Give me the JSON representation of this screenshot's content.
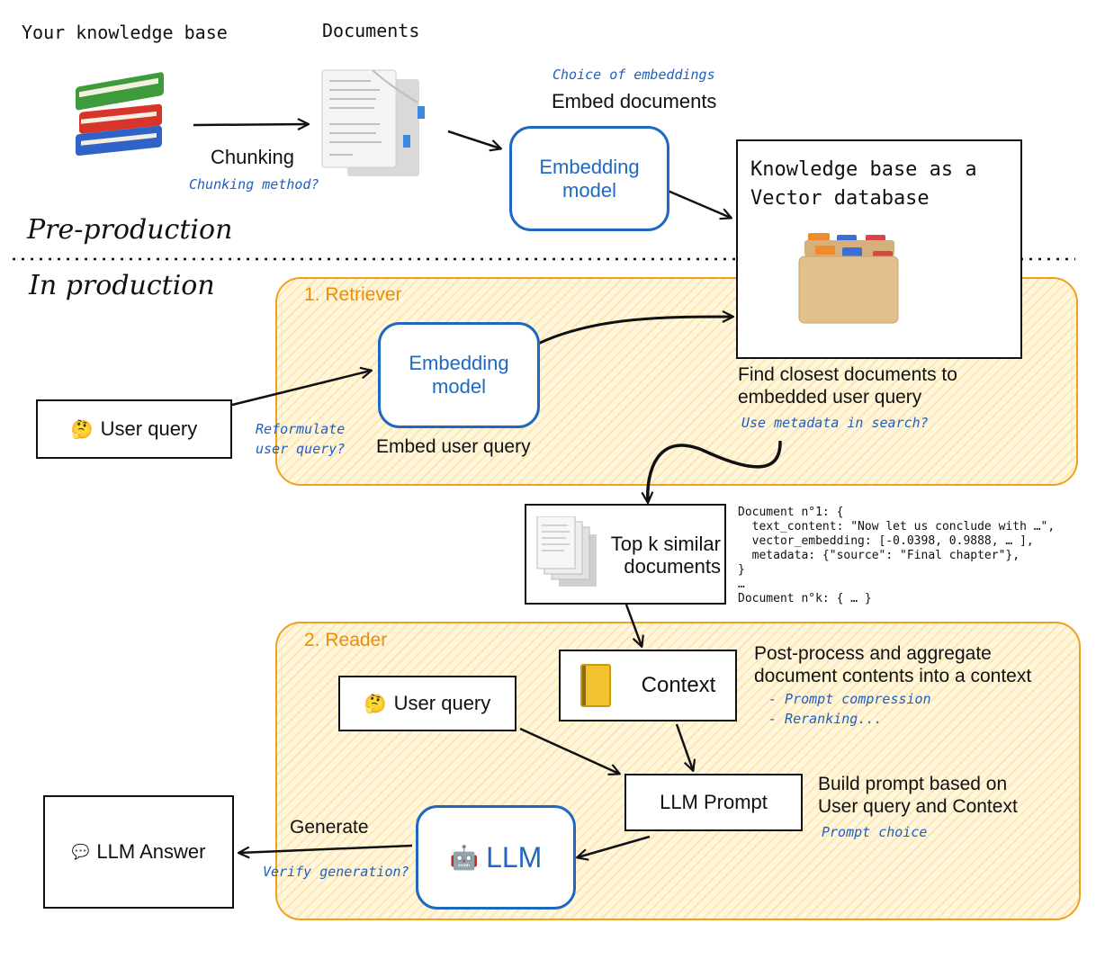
{
  "top": {
    "kb_title": "Your knowledge base",
    "docs_title": "Documents",
    "chunking": "Chunking",
    "chunking_method": "Chunking method?",
    "choice_embeddings": "Choice of embeddings",
    "embed_documents": "Embed documents",
    "embedding_model": "Embedding model",
    "vector_db_title": "Knowledge base as a Vector database"
  },
  "sections": {
    "pre": "Pre-production",
    "prod": "In production"
  },
  "retriever": {
    "label": "1. Retriever",
    "user_query": "User query",
    "reformulate": "Reformulate user query?",
    "embedding_model": "Embedding model",
    "embed_user_query": "Embed user query",
    "find_closest": "Find closest documents to embedded user query",
    "use_metadata": "Use metadata in search?"
  },
  "topk": {
    "label": "Top k similar documents",
    "doc_listing": "Document n°1: {\n  text_content: \"Now let us conclude with …\",\n  vector_embedding: [-0.0398, 0.9888, … ],\n  metadata: {\"source\": \"Final chapter\"},\n}\n…\nDocument n°k: { … }"
  },
  "reader": {
    "label": "2. Reader",
    "user_query": "User query",
    "context": "Context",
    "postprocess": "Post-process and aggregate document contents into a context",
    "prompt_compression": "- Prompt compression",
    "reranking": "- Reranking...",
    "llm_prompt": "LLM Prompt",
    "build_prompt": "Build prompt based on User query and Context",
    "prompt_choice": "Prompt choice",
    "llm": "LLM",
    "generate": "Generate",
    "verify": "Verify generation?",
    "answer": "LLM Answer"
  },
  "colors": {
    "blue": "#1f68c0",
    "orange": "#f0a020",
    "black": "#111111"
  },
  "icons": [
    "books-icon",
    "documents-icon",
    "file-cabinet-icon",
    "thinking-face-icon",
    "documents-stack-icon",
    "notebook-icon",
    "robot-icon",
    "speech-bubble-icon"
  ]
}
